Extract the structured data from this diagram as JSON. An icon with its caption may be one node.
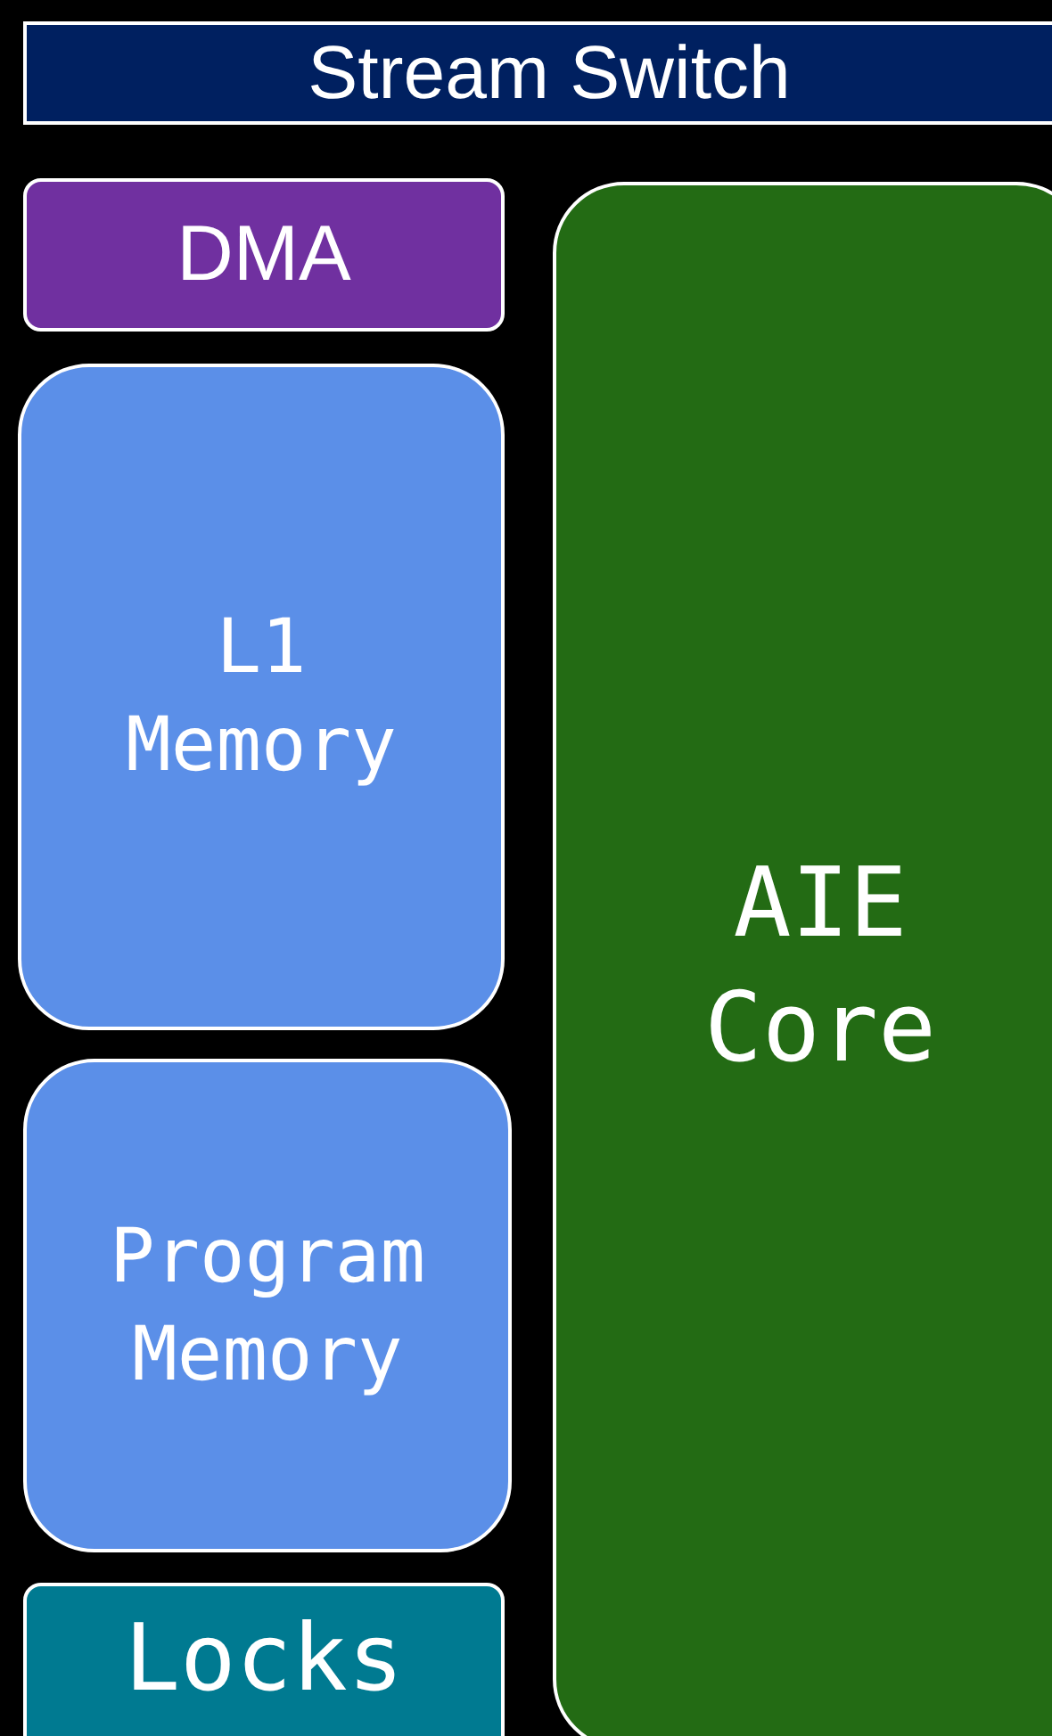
{
  "diagram": {
    "nodes": [
      {
        "text": [
          "Stream Switch"
        ]
      },
      {
        "text": [
          "DMA"
        ]
      },
      {
        "text": [
          "L1 Memory"
        ]
      },
      {
        "text": [
          "Program Memory"
        ]
      },
      {
        "text": [
          "Locks"
        ]
      },
      {
        "text": [
          "AIE Core"
        ]
      }
    ]
  }
}
